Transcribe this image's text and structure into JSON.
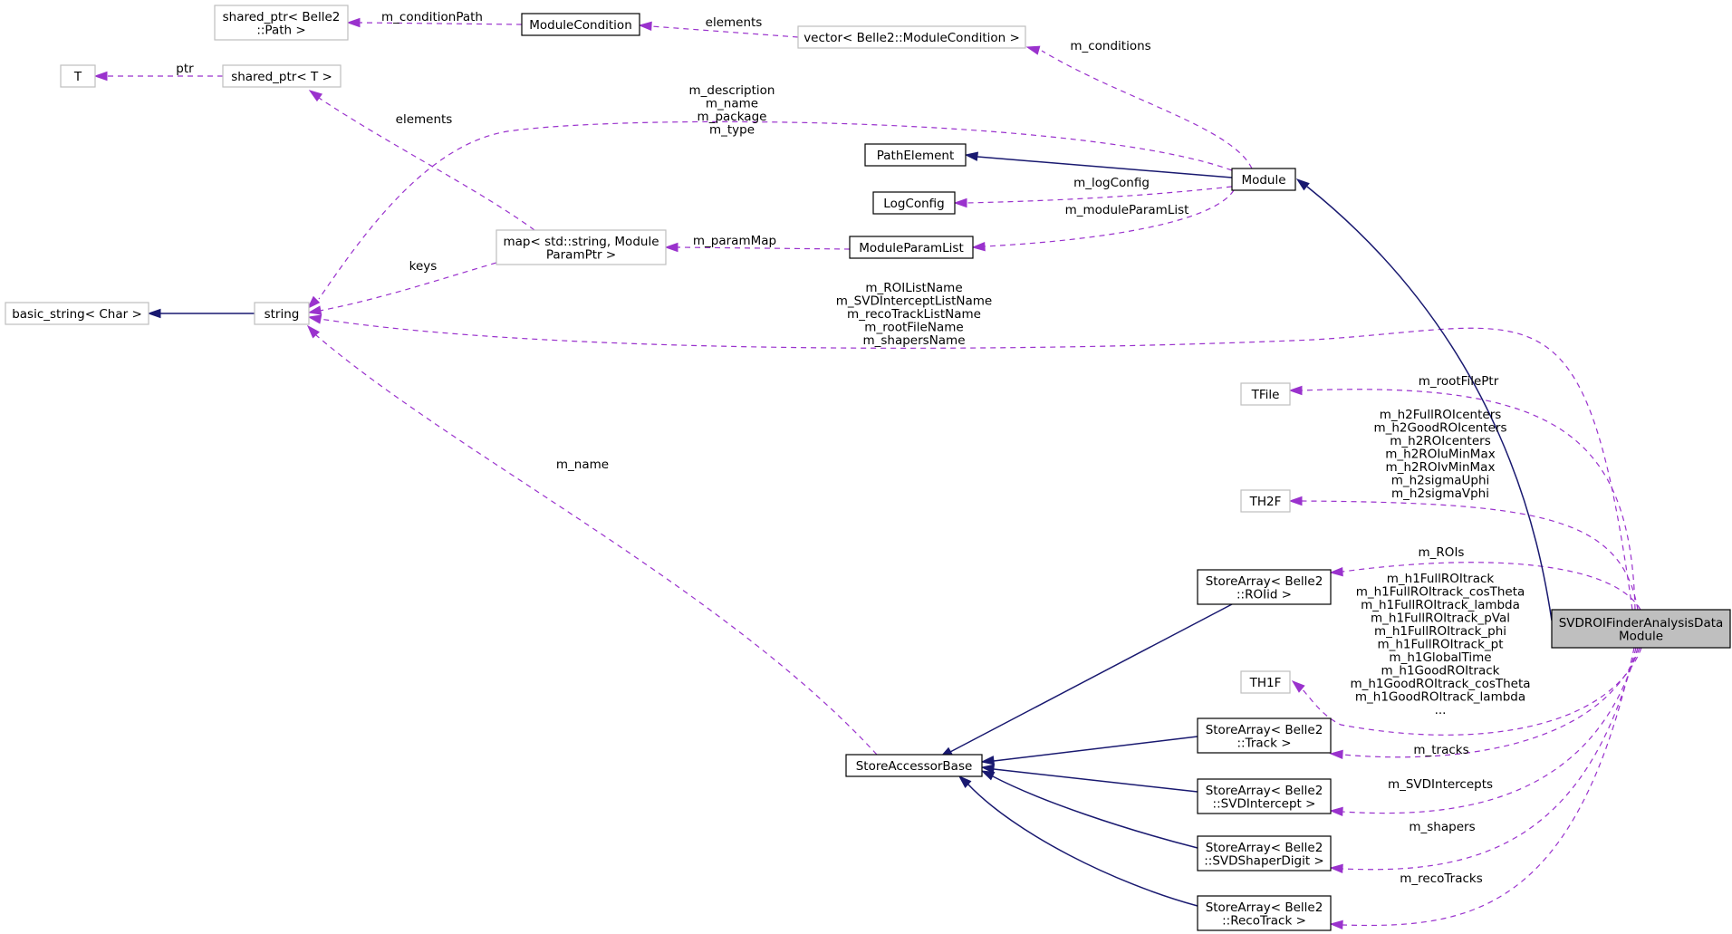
{
  "diagram": {
    "nodes": {
      "shared_ptr_path": [
        "shared_ptr< Belle2",
        "::Path >"
      ],
      "module_condition": [
        "ModuleCondition"
      ],
      "vector_module_condition": [
        "vector< Belle2::ModuleCondition >"
      ],
      "t": [
        "T"
      ],
      "shared_ptr_t": [
        "shared_ptr< T >"
      ],
      "path_element": [
        "PathElement"
      ],
      "module": [
        "Module"
      ],
      "log_config": [
        "LogConfig"
      ],
      "map_param": [
        "map< std::string, Module",
        "ParamPtr >"
      ],
      "module_param_list": [
        "ModuleParamList"
      ],
      "basic_string": [
        "basic_string< Char >"
      ],
      "string": [
        "string"
      ],
      "tfile": [
        "TFile"
      ],
      "th2f": [
        "TH2F"
      ],
      "th1f": [
        "TH1F"
      ],
      "store_roiid": [
        "StoreArray< Belle2",
        "::ROIid >"
      ],
      "store_track": [
        "StoreArray< Belle2",
        "::Track >"
      ],
      "store_svdintercept": [
        "StoreArray< Belle2",
        "::SVDIntercept >"
      ],
      "store_svdshaper": [
        "StoreArray< Belle2",
        "::SVDShaperDigit >"
      ],
      "store_recotrack": [
        "StoreArray< Belle2",
        "::RecoTrack >"
      ],
      "store_accessor_base": [
        "StoreAccessorBase"
      ],
      "svdroi_module": [
        "SVDROIFinderAnalysisData",
        "Module"
      ]
    },
    "edge_labels": {
      "m_conditionPath": [
        "m_conditionPath"
      ],
      "elements_vec": [
        "elements"
      ],
      "m_conditions": [
        "m_conditions"
      ],
      "ptr": [
        "ptr"
      ],
      "elements_map": [
        "elements"
      ],
      "module_strings": [
        "m_description",
        "m_name",
        "m_package",
        "m_type"
      ],
      "m_logConfig": [
        "m_logConfig"
      ],
      "m_moduleParamList": [
        "m_moduleParamList"
      ],
      "m_paramMap": [
        "m_paramMap"
      ],
      "keys": [
        "keys"
      ],
      "analysis_strings": [
        "m_ROIListName",
        "m_SVDInterceptListName",
        "m_recoTrackListName",
        "m_rootFileName",
        "m_shapersName"
      ],
      "m_rootFilePtr": [
        "m_rootFilePtr"
      ],
      "th2f_members": [
        "m_h2FullROIcenters",
        "m_h2GoodROIcenters",
        "m_h2ROIcenters",
        "m_h2ROIuMinMax",
        "m_h2ROIvMinMax",
        "m_h2sigmaUphi",
        "m_h2sigmaVphi"
      ],
      "m_name_sab": [
        "m_name"
      ],
      "m_ROIs": [
        "m_ROIs"
      ],
      "th1f_members": [
        "m_h1FullROItrack",
        "m_h1FullROItrack_cosTheta",
        "m_h1FullROItrack_lambda",
        "m_h1FullROItrack_pVal",
        "m_h1FullROItrack_phi",
        "m_h1FullROItrack_pt",
        "m_h1GlobalTime",
        "m_h1GoodROItrack",
        "m_h1GoodROItrack_cosTheta",
        "m_h1GoodROItrack_lambda",
        "..."
      ],
      "m_tracks": [
        "m_tracks"
      ],
      "m_SVDIntercepts": [
        "m_SVDIntercepts"
      ],
      "m_shapers": [
        "m_shapers"
      ],
      "m_recoTracks": [
        "m_recoTracks"
      ]
    },
    "colors": {
      "inheritance": "#191970",
      "member": "#9a32cd",
      "focus_fill": "#bfbfbf",
      "faded_border": "#bfbfbf"
    }
  }
}
